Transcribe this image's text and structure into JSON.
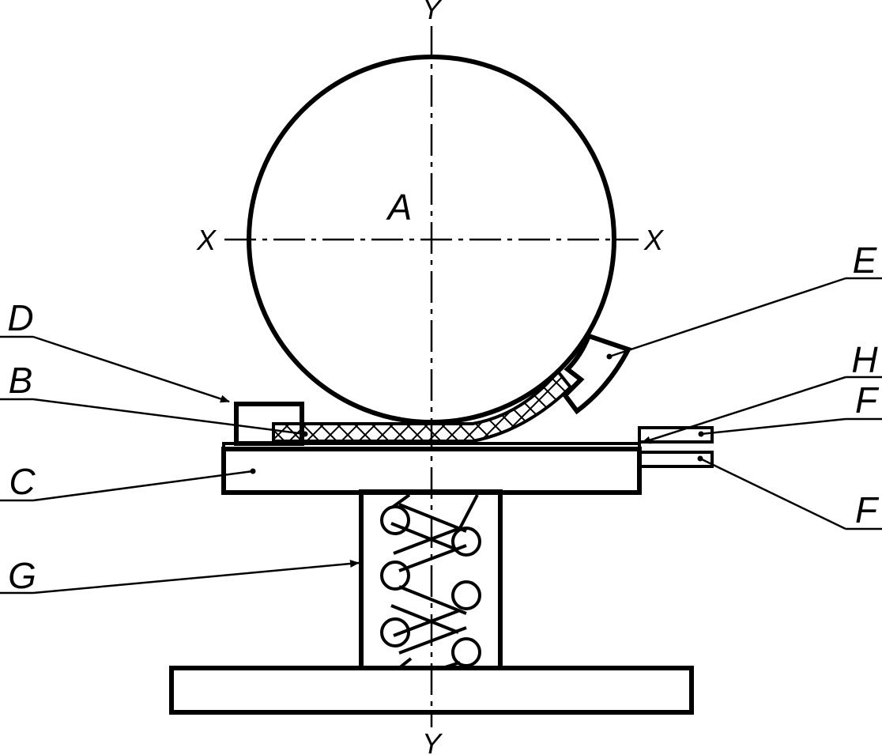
{
  "axes": {
    "y_top": "Y",
    "y_bottom": "Y",
    "x_left": "X",
    "x_right": "X"
  },
  "labels": {
    "A": "A",
    "B": "B",
    "C": "C",
    "D": "D",
    "E": "E",
    "F1": "F",
    "F2": "F",
    "G": "G",
    "H": "H"
  },
  "colors": {
    "line": "#000000",
    "background": "#ffffff"
  }
}
